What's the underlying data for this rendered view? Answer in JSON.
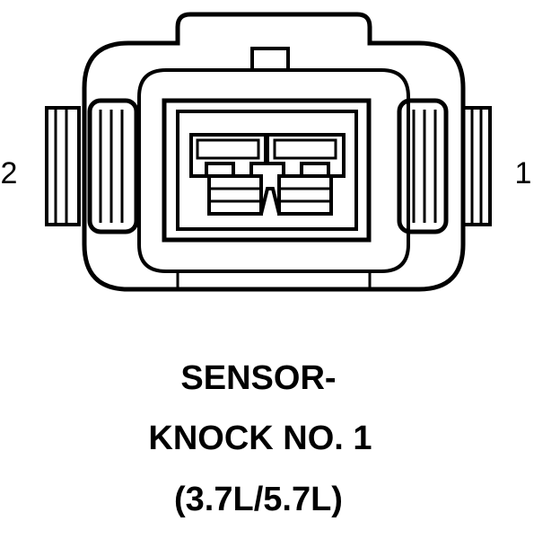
{
  "connector": {
    "pin_left_label": "2",
    "pin_right_label": "1"
  },
  "caption": {
    "line1": "SENSOR-",
    "line2": "KNOCK NO. 1",
    "line3": "(3.7L/5.7L)"
  }
}
